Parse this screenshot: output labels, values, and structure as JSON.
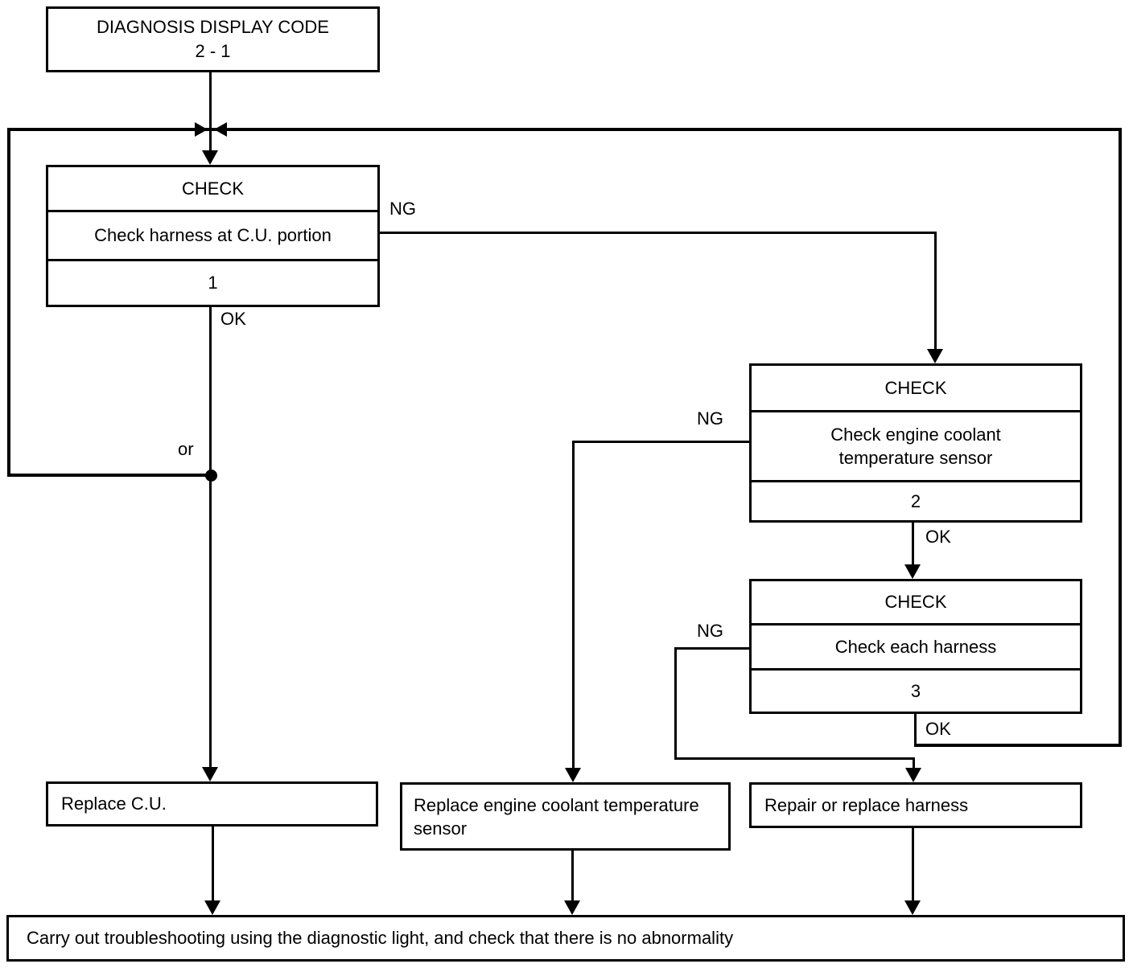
{
  "flowchart": {
    "title": {
      "line1": "DIAGNOSIS DISPLAY CODE",
      "line2": "2 - 1"
    },
    "checks": [
      {
        "header": "CHECK",
        "body": "Check harness at C.U. portion",
        "number": "1"
      },
      {
        "header": "CHECK",
        "body": "Check engine coolant temperature sensor",
        "number": "2"
      },
      {
        "header": "CHECK",
        "body": "Check each harness",
        "number": "3"
      }
    ],
    "actions": [
      {
        "label": "Replace C.U."
      },
      {
        "label": "Replace engine coolant temperature sensor"
      },
      {
        "label": "Repair or replace harness"
      }
    ],
    "footer": "Carry out troubleshooting using the diagnostic light, and check that there is no abnormality",
    "edge_labels": {
      "ng": "NG",
      "ok": "OK",
      "or": "or"
    }
  },
  "colors": {
    "ink": "#000000",
    "paper": "#ffffff"
  }
}
